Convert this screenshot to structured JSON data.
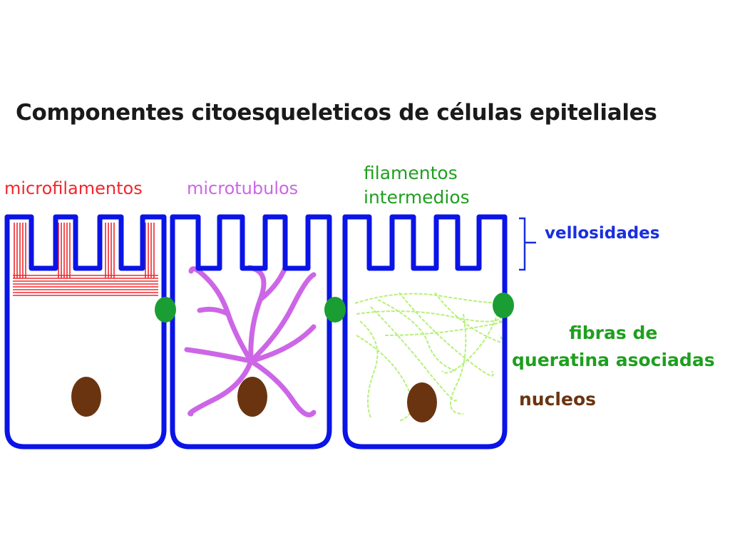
{
  "title": "Componentes citoesqueleticos de células epiteliales",
  "labels": {
    "microfilamentos": "microfilamentos",
    "microtubulos": "microtubulos",
    "filamentos_intermedios_1": "filamentos",
    "filamentos_intermedios_2": "intermedios",
    "vellosidades": "vellosidades",
    "fibras_1": "fibras de",
    "fibras_2": "queratina asociadas",
    "nucleos": "nucleos"
  },
  "colors": {
    "title": "#1a1a1a",
    "cell_border": "#0a14e6",
    "microfilamentos": "#f0282d",
    "microtubulos": "#cc66e6",
    "filamentos_intermedios": "#1f9f1f",
    "filament_lines": "#b8f07a",
    "vellosidades": "#1a2ee0",
    "fibras": "#1f9f1f",
    "junctions": "#1a9e33",
    "nucleos": "#6b3410"
  }
}
